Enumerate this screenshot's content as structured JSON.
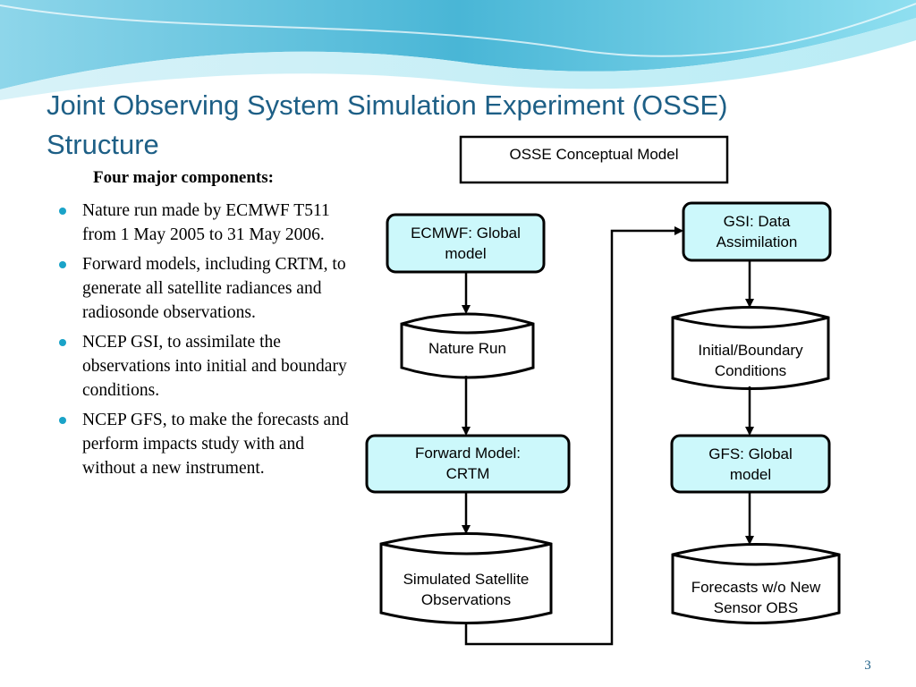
{
  "slide": {
    "title": "Joint Observing System Simulation Experiment (OSSE) Structure",
    "page_number": "3"
  },
  "components": {
    "heading": "Four major components:",
    "items": [
      "Nature run made by ECMWF T511 from 1 May 2005 to 31 May 2006.",
      " Forward models, including CRTM, to generate all satellite radiances and radiosonde observations.",
      "NCEP GSI, to assimilate the observations into initial and boundary conditions.",
      "NCEP GFS, to make the forecasts and perform impacts study with and without a new instrument."
    ]
  },
  "diagram": {
    "title": "OSSE Conceptual Model",
    "nodes": {
      "ecmwf": "ECMWF: Global model",
      "nature_run": "Nature Run",
      "forward_model": "Forward Model: CRTM",
      "simulated_obs": "Simulated Satellite Observations",
      "gsi": "GSI: Data Assimilation",
      "initial_boundary": "Initial/Boundary Conditions",
      "gfs": "GFS: Global model",
      "forecasts": "Forecasts w/o New Sensor OBS"
    },
    "colors": {
      "process_fill": "#ccf8fb",
      "storage_fill": "#ffffff",
      "stroke": "#000000"
    }
  }
}
